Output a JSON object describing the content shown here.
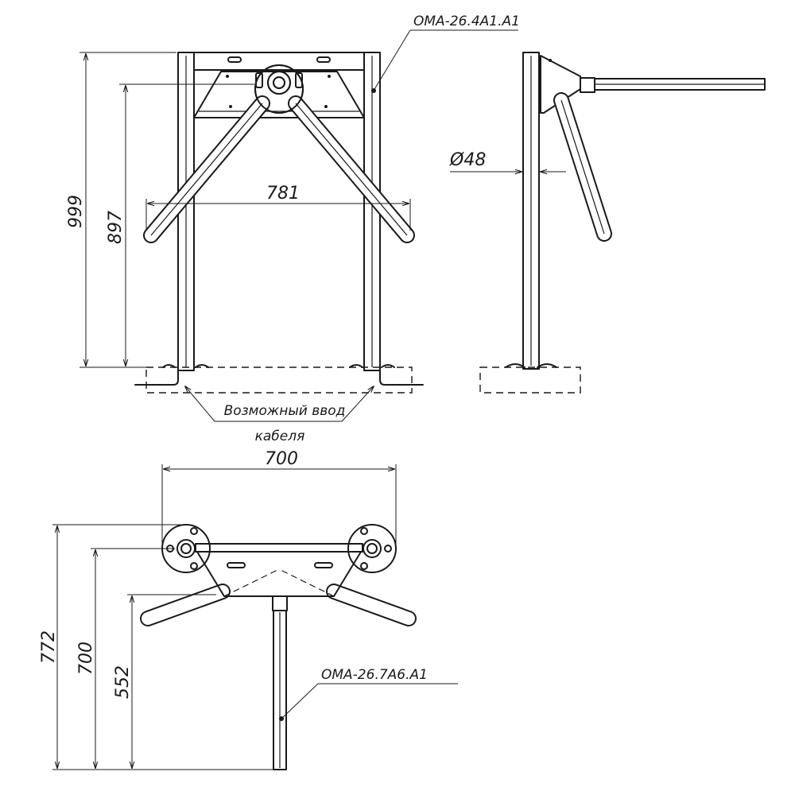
{
  "labels": {
    "model_top": "OMA-26.4A1.A1",
    "model_bottom": "OMA-26.7A6.A1",
    "cable_line1": "Возможный ввод",
    "cable_line2": "кабеля",
    "diameter": "Ø48"
  },
  "dimensions": {
    "height_total": "999",
    "height_arm": "897",
    "arm_span": "781",
    "plan_width": "700",
    "plan_depth_total": "772",
    "plan_depth_mid": "700",
    "plan_depth_arm": "552"
  }
}
